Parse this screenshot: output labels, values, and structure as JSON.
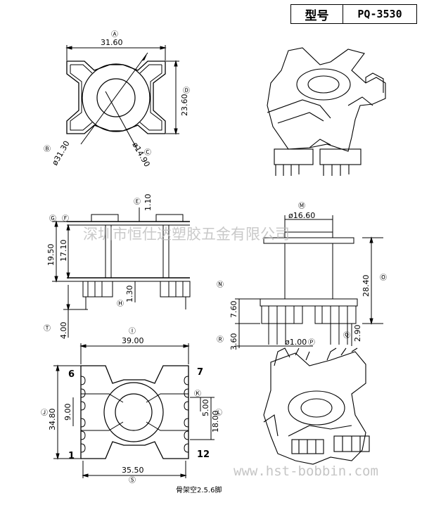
{
  "title_block": {
    "type_label": "型号",
    "model": "PQ-3530"
  },
  "labels": {
    "A": "Ⓐ",
    "B": "Ⓑ",
    "C": "Ⓒ",
    "D": "Ⓓ",
    "E": "Ⓔ",
    "F": "Ⓕ",
    "G": "Ⓖ",
    "H": "Ⓗ",
    "I": "Ⓘ",
    "J": "Ⓙ",
    "K": "Ⓚ",
    "L": "Ⓛ",
    "M": "Ⓜ",
    "N": "Ⓝ",
    "O": "Ⓞ",
    "P": "Ⓟ",
    "Q": "Ⓠ",
    "R": "Ⓡ",
    "S": "Ⓢ",
    "T": "Ⓣ"
  },
  "dims": {
    "A": "31.60",
    "B": "ø31.30",
    "C": "ø14.90",
    "D": "23.60",
    "E": "1.10",
    "F": "17.10",
    "G": "19.50",
    "H": "1.30",
    "T": "4.00",
    "M": "ø16.60",
    "O": "28.40",
    "N": "7.60",
    "R": "3.60",
    "P": "ø1.00",
    "Q": "2.90",
    "I": "39.00",
    "J": "34.80",
    "J2": "9.00",
    "K": "5.00",
    "L": "18.00",
    "S": "35.50"
  },
  "pins": {
    "p6": "6",
    "p7": "7",
    "p1": "1",
    "p12": "12"
  },
  "note": "骨架空2.5.6脚",
  "watermarks": {
    "company": "深圳市恒仕达塑胶五金有限公司",
    "site": "www.hst-bobbin.com"
  }
}
